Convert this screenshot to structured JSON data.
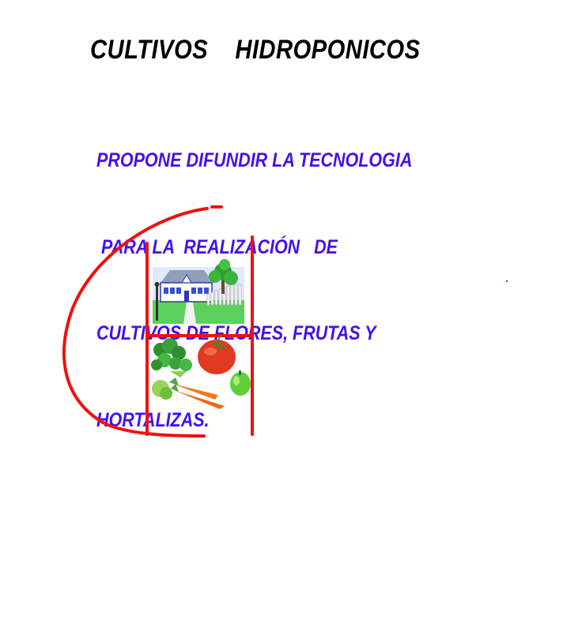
{
  "title": "CULTIVOS    HIDROPONICOS",
  "subtitle_lines": [
    "PROPONE DIFUNDIR LA TECNOLOGIA",
    " PARA LA  REALIZACIÓN   DE",
    "CULTIVOS DE FLORES, FRUTAS Y",
    "HORTALIZAS."
  ],
  "colors": {
    "title": "#000000",
    "subtitle": "#4411ee",
    "greenhouse_outline": "#ee1111"
  },
  "icons": [
    "house-clipart",
    "vegetables-clipart"
  ]
}
